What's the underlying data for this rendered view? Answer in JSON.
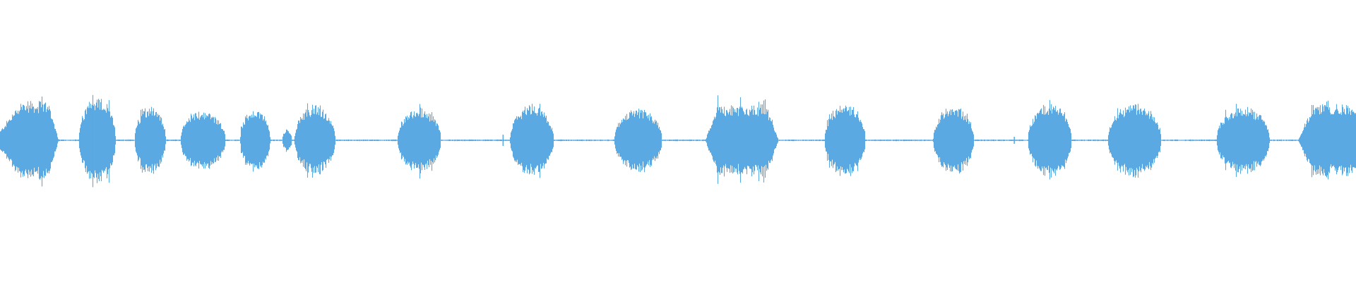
{
  "waveform": {
    "color": "#5aa9e2",
    "background": "#ffffff",
    "baseline_amplitude": 0.012,
    "segments": [
      {
        "start": 0.0,
        "end": 0.043,
        "peak": 0.55,
        "shape": "rise"
      },
      {
        "start": 0.058,
        "end": 0.085,
        "peak": 0.6,
        "shape": "bell"
      },
      {
        "start": 0.099,
        "end": 0.122,
        "peak": 0.48,
        "shape": "bell"
      },
      {
        "start": 0.133,
        "end": 0.166,
        "peak": 0.42,
        "shape": "bell"
      },
      {
        "start": 0.177,
        "end": 0.199,
        "peak": 0.45,
        "shape": "bell"
      },
      {
        "start": 0.208,
        "end": 0.215,
        "peak": 0.15,
        "shape": "bell"
      },
      {
        "start": 0.217,
        "end": 0.247,
        "peak": 0.48,
        "shape": "bell"
      },
      {
        "start": 0.293,
        "end": 0.325,
        "peak": 0.45,
        "shape": "bell"
      },
      {
        "start": 0.376,
        "end": 0.408,
        "peak": 0.5,
        "shape": "bell"
      },
      {
        "start": 0.453,
        "end": 0.488,
        "peak": 0.45,
        "shape": "bell"
      },
      {
        "start": 0.52,
        "end": 0.574,
        "peak": 0.5,
        "shape": "flat"
      },
      {
        "start": 0.608,
        "end": 0.638,
        "peak": 0.52,
        "shape": "bell"
      },
      {
        "start": 0.688,
        "end": 0.718,
        "peak": 0.48,
        "shape": "bell"
      },
      {
        "start": 0.758,
        "end": 0.79,
        "peak": 0.52,
        "shape": "bell"
      },
      {
        "start": 0.817,
        "end": 0.856,
        "peak": 0.52,
        "shape": "bell"
      },
      {
        "start": 0.897,
        "end": 0.936,
        "peak": 0.48,
        "shape": "bell"
      },
      {
        "start": 0.957,
        "end": 1.0,
        "peak": 0.5,
        "shape": "rise"
      }
    ],
    "clicks": [
      {
        "at": 0.371,
        "amp": 0.08
      },
      {
        "at": 0.748,
        "amp": 0.05
      }
    ]
  }
}
